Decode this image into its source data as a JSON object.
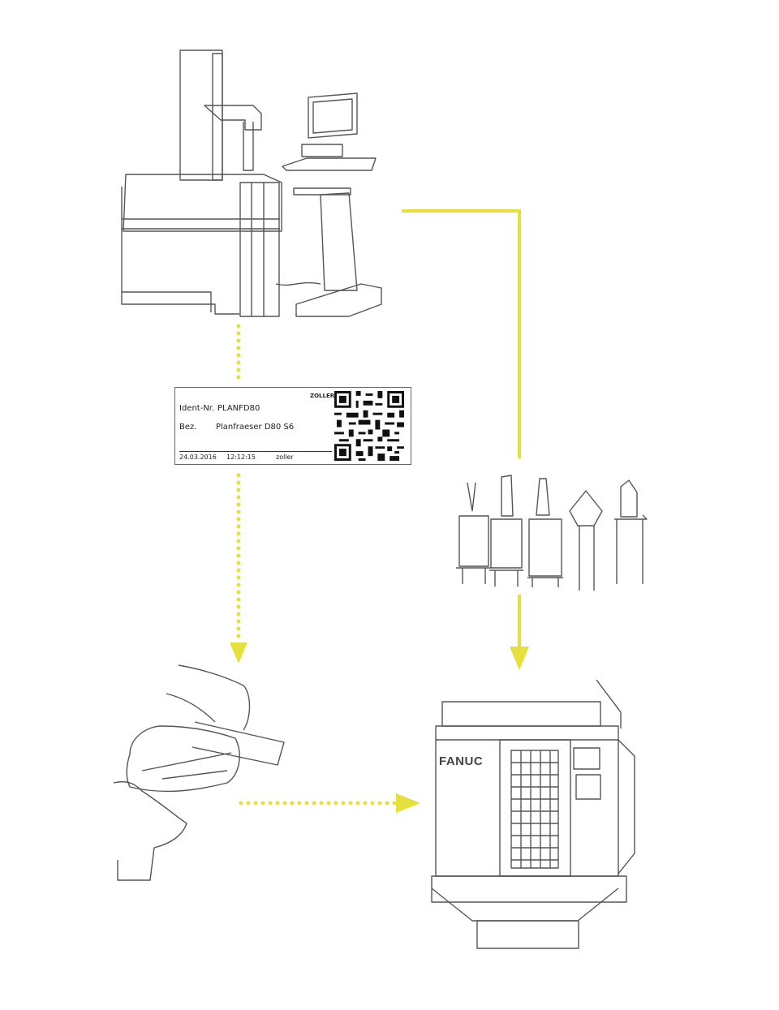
{
  "label": {
    "brand": "ZOLLER",
    "ident_key": "Ident-Nr.",
    "ident_value": "PLANFD80",
    "bez_key": "Bez.",
    "bez_value": "Planfraeser D80 S6",
    "date": "24.03.2016",
    "time": "12:12:15",
    "user": "zoller"
  },
  "machine": {
    "brand": "FANUC"
  },
  "colors": {
    "accent": "#e6df3c",
    "line": "#555555"
  }
}
